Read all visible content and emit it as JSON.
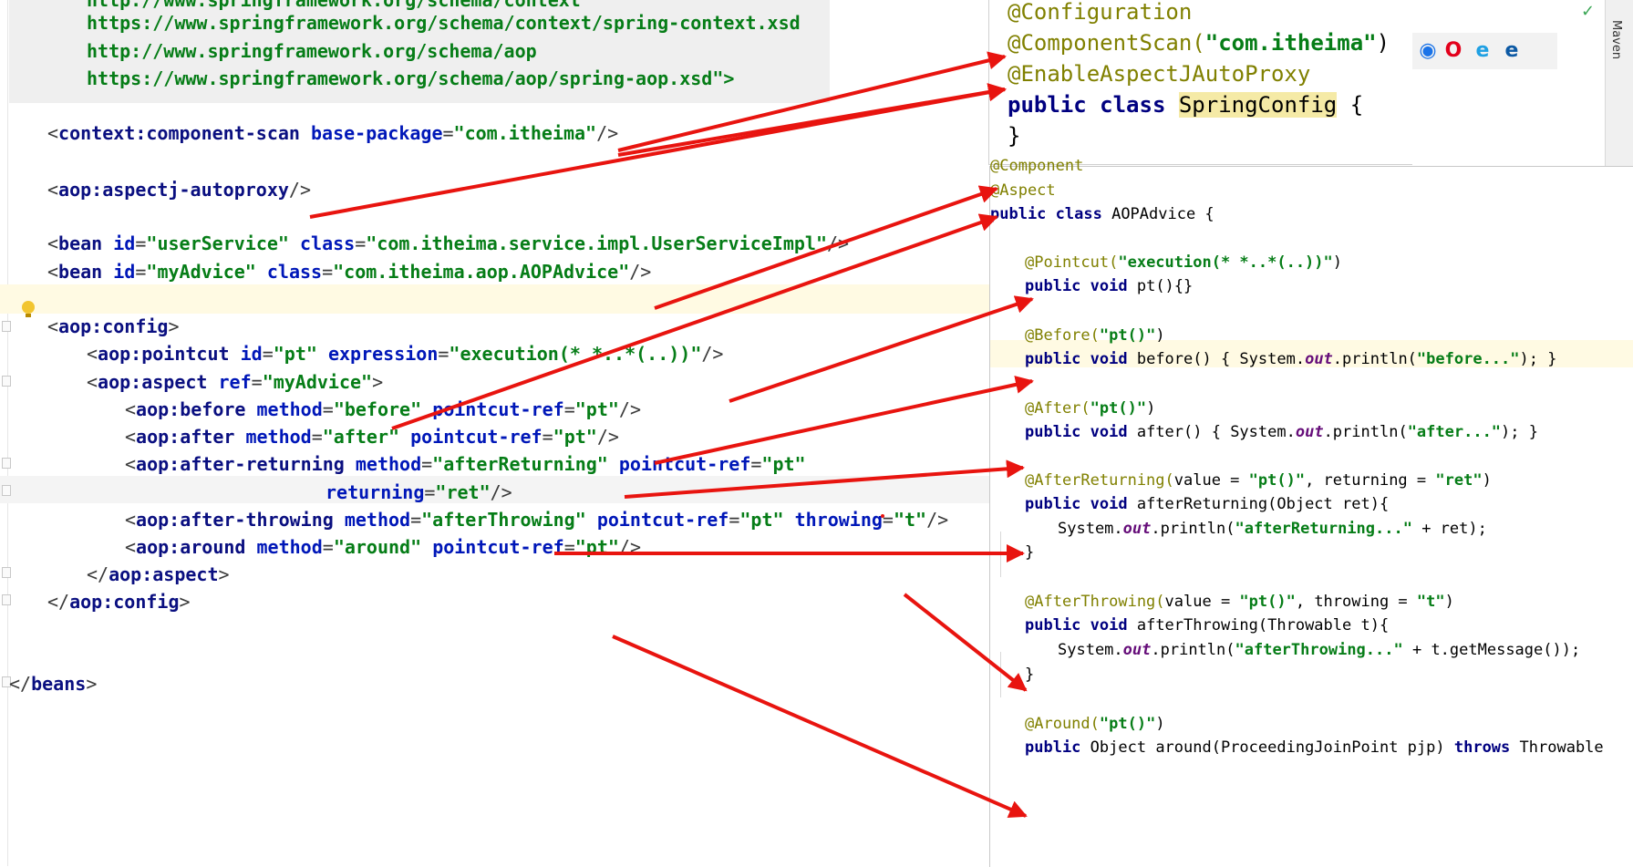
{
  "xml": {
    "header_lines": [
      "http://www.springframework.org/schema/context",
      "https://www.springframework.org/schema/context/spring-context.xsd",
      "http://www.springframework.org/schema/aop",
      "https://www.springframework.org/schema/aop/spring-aop.xsd\">"
    ],
    "component_scan": {
      "tag": "context:component-scan",
      "attr": "base-package",
      "value": "\"com.itheima\""
    },
    "autoproxy": {
      "tag": "aop:aspectj-autoproxy"
    },
    "bean1": {
      "tag": "bean",
      "id_attr": "id",
      "id": "\"userService\"",
      "class_attr": "class",
      "class": "\"com.itheima.service.impl.UserServiceImpl\""
    },
    "bean2": {
      "tag": "bean",
      "id_attr": "id",
      "id": "\"myAdvice\"",
      "class_attr": "class",
      "class": "\"com.itheima.aop.AOPAdvice\""
    },
    "aop_config": "aop:config",
    "pointcut": {
      "tag": "aop:pointcut",
      "id_attr": "id",
      "id": "\"pt\"",
      "expr_attr": "expression",
      "expr": "\"execution(* *..*(..))\""
    },
    "aspect": {
      "tag": "aop:aspect",
      "ref_attr": "ref",
      "ref": "\"myAdvice\""
    },
    "before": {
      "tag": "aop:before",
      "m_attr": "method",
      "m": "\"before\"",
      "p_attr": "pointcut-ref",
      "p": "\"pt\""
    },
    "after": {
      "tag": "aop:after",
      "m_attr": "method",
      "m": "\"after\"",
      "p_attr": "pointcut-ref",
      "p": "\"pt\""
    },
    "after_returning": {
      "tag": "aop:after-returning",
      "m_attr": "method",
      "m": "\"afterReturning\"",
      "p_attr": "pointcut-ref",
      "p": "\"pt\"",
      "r_attr": "returning",
      "r": "\"ret\""
    },
    "after_throwing": {
      "tag": "aop:after-throwing",
      "m_attr": "method",
      "m": "\"afterThrowing\"",
      "p_attr": "pointcut-ref",
      "p": "\"pt\"",
      "t_attr": "throwing",
      "t": "\"t\""
    },
    "around": {
      "tag": "aop:around",
      "m_attr": "method",
      "m": "\"around\"",
      "p_attr": "pointcut-ref",
      "p": "\"pt\""
    },
    "aspect_close": "aop:aspect",
    "config_close": "aop:config",
    "beans_close": "beans"
  },
  "top_panel": {
    "ann1": "@Configuration",
    "ann2": "@ComponentScan(",
    "ann2_str": "\"com.itheima\"",
    "ann2_end": ")",
    "ann3": "@EnableAspectJAutoProxy",
    "kw": "public class",
    "class_name": "SpringConfig",
    "open": "{",
    "close": "}"
  },
  "bottom_panel": {
    "ann_component": "@Component",
    "ann_aspect": "@Aspect",
    "class_kw": "public class",
    "class_rest": "AOPAdvice {",
    "pointcut_ann": "@Pointcut(",
    "pointcut_str": "\"execution(* *..*(..))\"",
    "pointcut_end": ")",
    "pt_kw": "public void",
    "pt_rest": "pt(){}",
    "before_ann": "@Before(",
    "before_str": "\"pt()\"",
    "before_end": ")",
    "before_kw": "public void",
    "before_rest1": "before() { System.",
    "before_out": "out",
    "before_rest2": ".println(",
    "before_msg": "\"before...\"",
    "before_rest3": "); }",
    "after_ann": "@After(",
    "after_str": "\"pt()\"",
    "after_end": ")",
    "after_kw": "public void",
    "after_rest1": "after() { System.",
    "after_out": "out",
    "after_rest2": ".println(",
    "after_msg": "\"after...\"",
    "after_rest3": "); }",
    "ar_ann": "@AfterReturning(",
    "ar_mid1": "value = ",
    "ar_str1": "\"pt()\"",
    "ar_mid2": ", returning = ",
    "ar_str2": "\"ret\"",
    "ar_end": ")",
    "ar_kw": "public void",
    "ar_rest": "afterReturning(Object ret){",
    "ar_body1": "System.",
    "ar_out": "out",
    "ar_body2": ".println(",
    "ar_msg": "\"afterReturning...\"",
    "ar_body3": " + ret);",
    "ar_close": "}",
    "at_ann": "@AfterThrowing(",
    "at_mid1": "value = ",
    "at_str1": "\"pt()\"",
    "at_mid2": ", throwing = ",
    "at_str2": "\"t\"",
    "at_end": ")",
    "at_kw": "public void",
    "at_rest": "afterThrowing(Throwable t){",
    "at_body1": "System.",
    "at_out": "out",
    "at_body2": ".println(",
    "at_msg": "\"afterThrowing...\"",
    "at_body3": " + t.getMessage());",
    "at_close": "}",
    "around_ann": "@Around(",
    "around_str": "\"pt()\"",
    "around_end": ")",
    "around_kw": "public",
    "around_rest": "Object around(ProceedingJoinPoint pjp)",
    "around_throws": "throws",
    "around_tail": "Throwable"
  },
  "toolbar": {
    "maven_label": "Maven"
  },
  "browser_icons": [
    "chrome-icon",
    "opera-icon",
    "ie-icon",
    "edge-icon"
  ],
  "colors": {
    "arrow": "#e8140f",
    "annotation": "#808000",
    "keyword": "#000080",
    "string": "#067d17"
  }
}
